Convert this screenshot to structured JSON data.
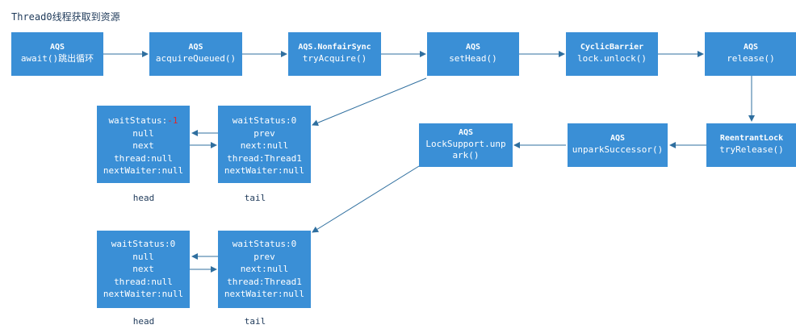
{
  "title": "Thread0线程获取到资源",
  "flow": [
    {
      "id": "b1",
      "l1": "AQS",
      "l2": "await()跳出循环"
    },
    {
      "id": "b2",
      "l1": "AQS",
      "l2": "acquireQueued()"
    },
    {
      "id": "b3",
      "l1": "AQS.NonfairSync",
      "l2": "tryAcquire()"
    },
    {
      "id": "b4",
      "l1": "AQS",
      "l2": "setHead()"
    },
    {
      "id": "b5",
      "l1": "CyclicBarrier",
      "l2": "lock.unlock()"
    },
    {
      "id": "b6",
      "l1": "AQS",
      "l2": "release()"
    },
    {
      "id": "b7",
      "l1": "ReentrantLock",
      "l2": "tryRelease()"
    },
    {
      "id": "b8",
      "l1": "AQS",
      "l2": "unparkSuccessor()"
    },
    {
      "id": "b9",
      "l1": "AQS",
      "l2": "LockSupport.unpark()"
    }
  ],
  "top_head": {
    "ws_label": "waitStatus:",
    "ws_value": "-1",
    "prev": "null",
    "next": "next",
    "thread": "thread:null",
    "nextWaiter": "nextWaiter:null"
  },
  "top_tail": {
    "ws": "waitStatus:0",
    "prev": "prev",
    "next": "next:null",
    "thread": "thread:Thread1",
    "nextWaiter": "nextWaiter:null"
  },
  "bottom_head": {
    "ws": "waitStatus:0",
    "prev": "null",
    "next": "next",
    "thread": "thread:null",
    "nextWaiter": "nextWaiter:null"
  },
  "bottom_tail": {
    "ws": "waitStatus:0",
    "prev": "prev",
    "next": "next:null",
    "thread": "thread:Thread1",
    "nextWaiter": "nextWaiter:null"
  },
  "labels": {
    "head": "head",
    "tail": "tail"
  },
  "colors": {
    "box": "#3a8fd6",
    "arrow": "#2f6f9f",
    "highlight": "#e0262b"
  }
}
